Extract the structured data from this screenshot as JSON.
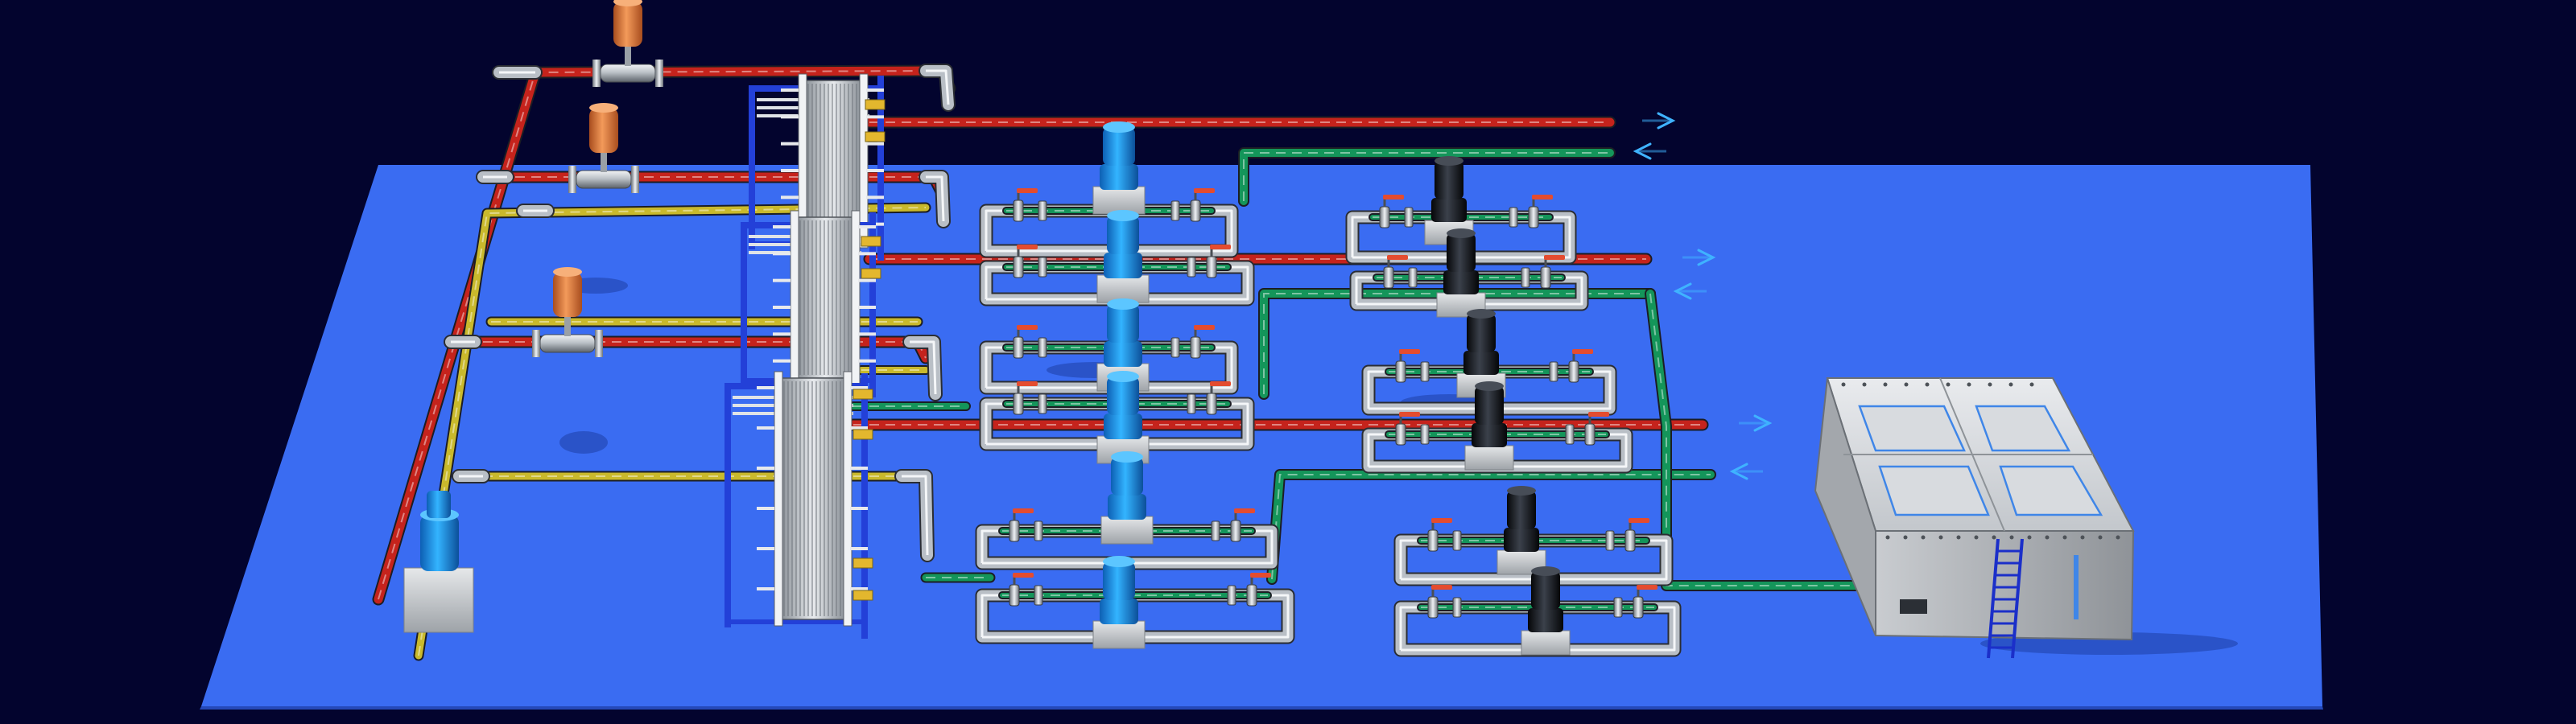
{
  "colors": {
    "background": "#03042e",
    "floor": "#3a6cf2",
    "hot_pipe": "#c5231c",
    "warm_pipe": "#c9b92c",
    "cold_pipe": "#14955a",
    "steel": "#b9bfc6",
    "pump_blue": "#1a9be8",
    "pump_black": "#16191f",
    "actuator": "#e07a3a",
    "frame_blue": "#2340d8",
    "arrow": "#3fb3ff"
  },
  "flow_arrows": [
    {
      "direction": "out"
    },
    {
      "direction": "in"
    },
    {
      "direction": "out"
    },
    {
      "direction": "in"
    },
    {
      "direction": "out"
    },
    {
      "direction": "in"
    }
  ],
  "icons": {
    "flow_out": "flow-out-arrow-icon",
    "flow_in": "flow-in-arrow-icon",
    "valve_handle": "valve-handle-icon"
  }
}
